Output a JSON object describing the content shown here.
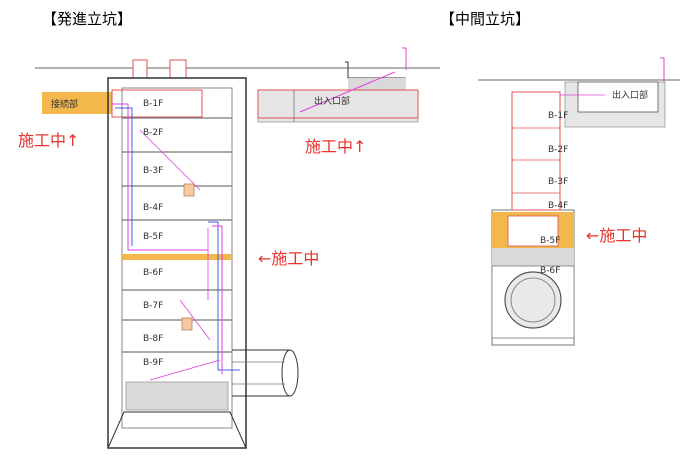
{
  "titles": {
    "launch_shaft": "【発進立坑】",
    "intermediate_shaft": "【中間立坑】"
  },
  "launch_shaft": {
    "connection_label": "接続部",
    "entrance_label": "出入口部",
    "floors": [
      "B-1F",
      "B-2F",
      "B-3F",
      "B-4F",
      "B-5F",
      "B-6F",
      "B-7F",
      "B-8F",
      "B-9F"
    ]
  },
  "intermediate_shaft": {
    "entrance_label": "出入口部",
    "floors": [
      "B-1F",
      "B-2F",
      "B-3F",
      "B-4F",
      "B-5F",
      "B-6F"
    ]
  },
  "annotations": {
    "under_construction_up": "施工中↑",
    "under_construction_left": "←施工中"
  },
  "colors": {
    "construction_highlight": "#f2b84b",
    "annotation_red": "#e8332a",
    "pipe_magenta": "#e040e0",
    "pipe_blue": "#4a5be0",
    "gray_fill": "#d9d9d9"
  }
}
